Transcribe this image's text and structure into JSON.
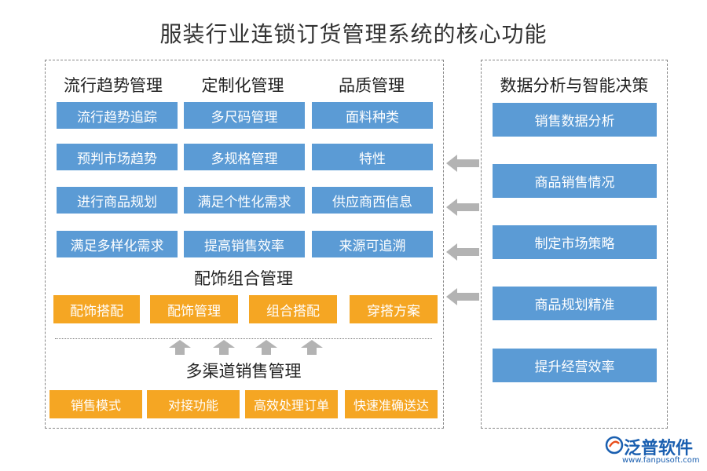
{
  "title": "服装行业连锁订货管理系统的核心功能",
  "columns": [
    {
      "heading": "流行趋势管理",
      "items": [
        "流行趋势追踪",
        "预判市场趋势",
        "进行商品规划",
        "满足多样化需求"
      ]
    },
    {
      "heading": "定制化管理",
      "items": [
        "多尺码管理",
        "多规格管理",
        "满足个性化需求",
        "提高销售效率"
      ]
    },
    {
      "heading": "品质管理",
      "items": [
        "面料种类",
        "特性",
        "供应商西信息",
        "来源可追溯"
      ]
    }
  ],
  "accessory": {
    "heading": "配饰组合管理",
    "items": [
      "配饰搭配",
      "配饰管理",
      "组合搭配",
      "穿搭方案"
    ]
  },
  "channel": {
    "heading": "多渠道销售管理",
    "items": [
      "销售模式",
      "对接功能",
      "高效处理订单",
      "快速准确送达"
    ]
  },
  "analysis": {
    "heading": "数据分析与智能决策",
    "items": [
      "销售数据分析",
      "商品销售情况",
      "制定市场策略",
      "商品规划精准",
      "提升经营效率"
    ]
  },
  "logo": {
    "name": "泛普软件",
    "url": "www.fanpusoft.com"
  },
  "colors": {
    "blue_box": "#5b9bd5",
    "orange_box": "#f5a623",
    "arrow": "#b3b3b3"
  }
}
